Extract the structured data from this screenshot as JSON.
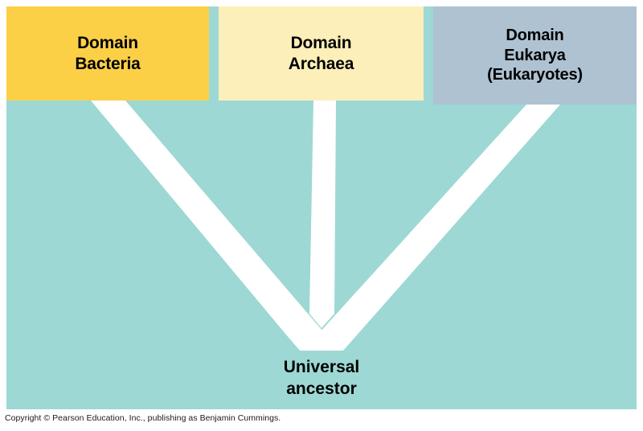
{
  "figure": {
    "title": "Three Domains of Life phylogenetic tree",
    "background_color": "#ffffff",
    "field_color": "#9dd8d4",
    "branch_color": "#ffffff"
  },
  "domains": [
    {
      "id": "bacteria",
      "label": "Domain\nBacteria",
      "color": "#fbd047"
    },
    {
      "id": "archaea",
      "label": "Domain\nArchaea",
      "color": "#fcefb9"
    },
    {
      "id": "eukarya",
      "label": "Domain\nEukarya\n(Eukaryotes)",
      "color": "#aec2d2"
    }
  ],
  "root": {
    "label": "Universal\nancestor"
  },
  "footer": {
    "copyright": "Copyright © Pearson Education, Inc., publishing as Benjamin Cummings."
  },
  "diagram_data": {
    "type": "phylogenetic-tree",
    "root_name": "Universal ancestor",
    "leaves": [
      "Domain Bacteria",
      "Domain Archaea",
      "Domain Eukarya (Eukaryotes)"
    ],
    "topology": "Universal ancestor splits into Bacteria on one lineage and a second lineage that splits into Archaea and Eukarya",
    "branch_style": "thick white wedges on teal background"
  }
}
